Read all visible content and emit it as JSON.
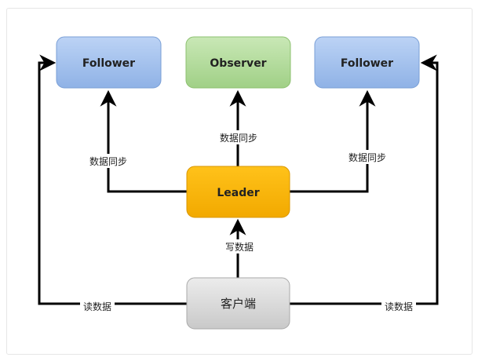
{
  "nodes": {
    "follower_left": {
      "label": "Follower"
    },
    "observer": {
      "label": "Observer"
    },
    "follower_right": {
      "label": "Follower"
    },
    "leader": {
      "label": "Leader"
    },
    "client": {
      "label": "客户端"
    }
  },
  "edges": {
    "leader_to_follower_left": {
      "label": "数据同步"
    },
    "leader_to_observer": {
      "label": "数据同步"
    },
    "leader_to_follower_right": {
      "label": "数据同步"
    },
    "client_to_leader": {
      "label": "写数据"
    },
    "client_to_follower_left": {
      "label": "读数据"
    },
    "client_to_follower_right": {
      "label": "读数据"
    }
  },
  "colors": {
    "follower_fill": "#a8c5f0",
    "follower_stroke": "#7a9fd6",
    "observer_fill": "#b7dfa3",
    "observer_stroke": "#8cc06f",
    "leader_fill": "#f8b500",
    "leader_stroke": "#d99600",
    "client_fill": "#dcdcdc",
    "client_stroke": "#a9a9a9",
    "edge": "#000000"
  }
}
